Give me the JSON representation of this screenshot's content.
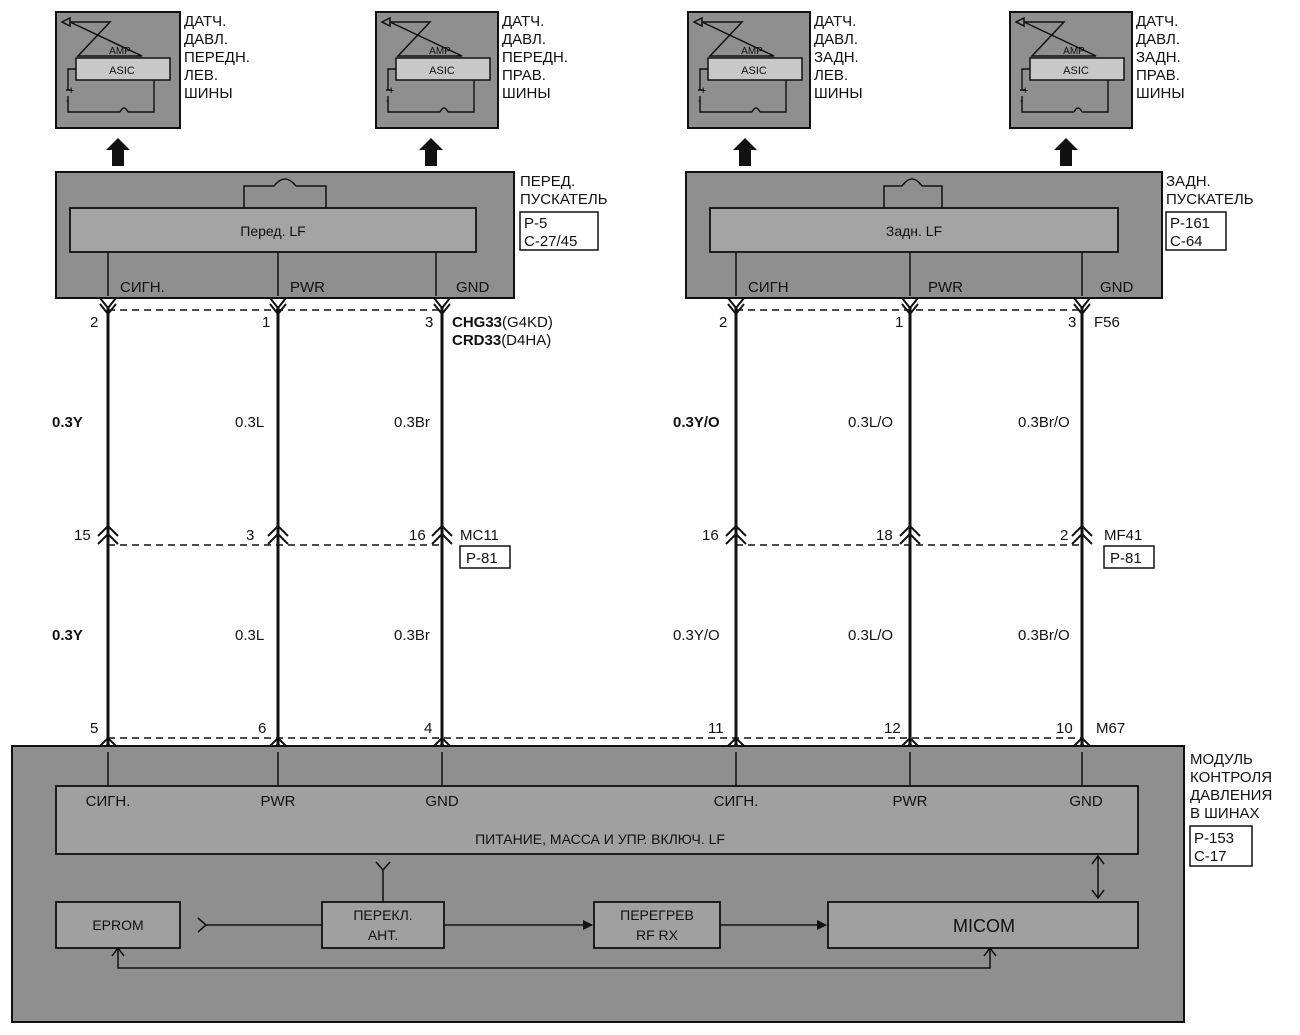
{
  "colors": {
    "block_fill": "#8f8f8f",
    "inner_fill": "#9c9c9c",
    "wire": "#111111",
    "background": "#ffffff"
  },
  "sensors": [
    {
      "lines": [
        "ДАТЧ.",
        "ДАВЛ.",
        "ПЕРЕДН.",
        "ЛЕВ.",
        "ШИНЫ"
      ],
      "amp": "AMP",
      "asic": "ASIC"
    },
    {
      "lines": [
        "ДАТЧ.",
        "ДАВЛ.",
        "ПЕРЕДН.",
        "ПРАВ.",
        "ШИНЫ"
      ],
      "amp": "AMP",
      "asic": "ASIC"
    },
    {
      "lines": [
        "ДАТЧ.",
        "ДАВЛ.",
        "ЗАДН.",
        "ЛЕВ.",
        "ШИНЫ"
      ],
      "amp": "AMP",
      "asic": "ASIC"
    },
    {
      "lines": [
        "ДАТЧ.",
        "ДАВЛ.",
        "ЗАДН.",
        "ПРАВ.",
        "ШИНЫ"
      ],
      "amp": "AMP",
      "asic": "ASIC"
    }
  ],
  "initiators": [
    {
      "title": [
        "ПЕРЕД.",
        "ПУСКАТЕЛЬ"
      ],
      "refs": [
        "P-5",
        "C-27/45"
      ],
      "inner_label": "Перед. LF",
      "pins": [
        "СИГН.",
        "PWR",
        "GND"
      ]
    },
    {
      "title": [
        "ЗАДН.",
        "ПУСКАТЕЛЬ"
      ],
      "refs": [
        "P-161",
        "C-64"
      ],
      "inner_label": "Задн. LF",
      "pins": [
        "СИГН",
        "PWR",
        "GND"
      ]
    }
  ],
  "connectors": {
    "front_top": {
      "pins": [
        "2",
        "1",
        "3"
      ],
      "names_bold": [
        "CHG33",
        "CRD33"
      ],
      "names_suffix": [
        "(G4KD)",
        "(D4HA)"
      ]
    },
    "rear_top": {
      "pins": [
        "2",
        "1",
        "3"
      ],
      "name": "F56"
    },
    "front_mid": {
      "pins": [
        "15",
        "3",
        "16"
      ],
      "name": "MC11",
      "ref": "P-81"
    },
    "rear_mid": {
      "pins": [
        "16",
        "18",
        "2"
      ],
      "name": "MF41",
      "ref": "P-81"
    },
    "module": {
      "pins": [
        "5",
        "6",
        "4",
        "11",
        "12",
        "10"
      ],
      "name": "M67"
    }
  },
  "wires": {
    "front_upper": [
      "0.3Y",
      "0.3L",
      "0.3Br"
    ],
    "front_lower": [
      "0.3Y",
      "0.3L",
      "0.3Br"
    ],
    "rear_upper": [
      "0.3Y/O",
      "0.3L/O",
      "0.3Br/O"
    ],
    "rear_lower": [
      "0.3Y/O",
      "0.3L/O",
      "0.3Br/O"
    ]
  },
  "module": {
    "title": [
      "МОДУЛЬ",
      "КОНТРОЛЯ",
      "ДАВЛЕНИЯ",
      "В ШИНАХ"
    ],
    "refs": [
      "P-153",
      "C-17"
    ],
    "pins": [
      "СИГН.",
      "PWR",
      "GND",
      "СИГН.",
      "PWR",
      "GND"
    ],
    "power_label": "ПИТАНИЕ, МАССА И УПР. ВКЛЮЧ. LF",
    "eprom": "EPROM",
    "antenna_switch": [
      "ПЕРЕКЛ.",
      "АНТ."
    ],
    "rf": [
      "ПЕРЕГРЕВ",
      "RF RX"
    ],
    "micom": "MICOM"
  }
}
